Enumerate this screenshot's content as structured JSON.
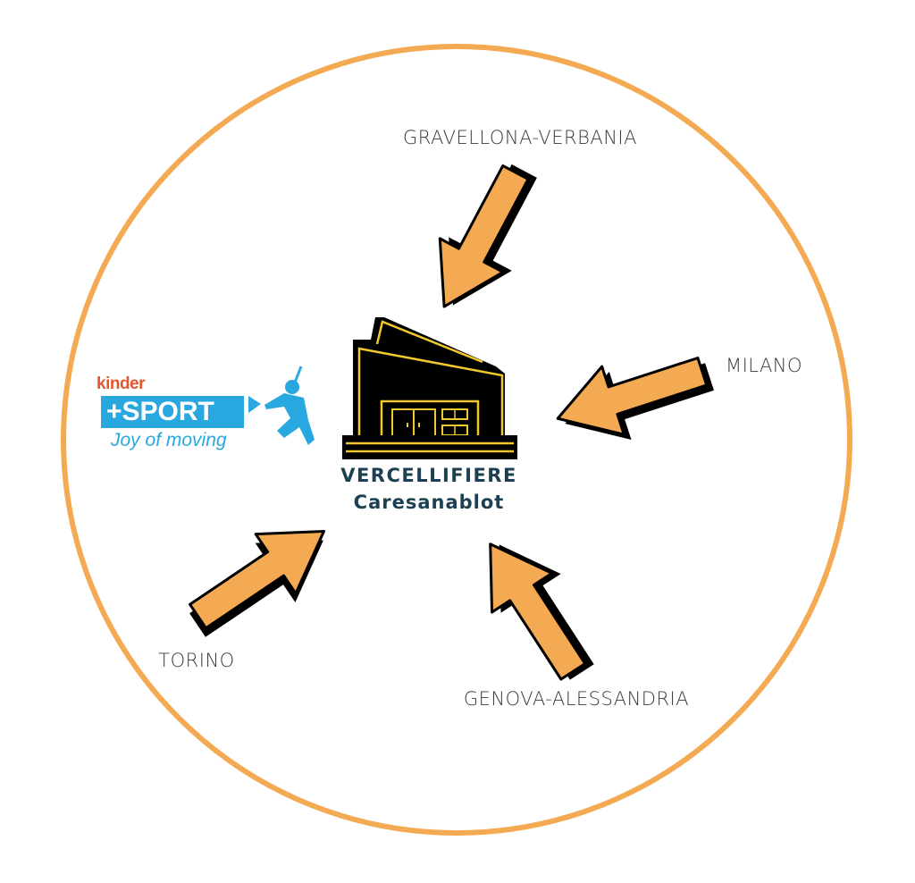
{
  "venue": {
    "name": "VERCELLIFIERE",
    "location": "Caresanablot"
  },
  "origins": [
    {
      "label": "GRAVELLONA-VERBANIA",
      "icon": "arrow-icon"
    },
    {
      "label": "MILANO",
      "icon": "arrow-icon"
    },
    {
      "label": "TORINO",
      "icon": "arrow-icon"
    },
    {
      "label": "GENOVA-ALESSANDRIA",
      "icon": "arrow-icon"
    }
  ],
  "logo": {
    "brand": "kinder",
    "badge": "+SPORT",
    "tagline": "Joy of moving"
  },
  "colors": {
    "ring": "#F4AA52",
    "arrow": "#F4AA52",
    "building_outline": "#F2C830",
    "venue_text": "#1C3F52",
    "logo_blue": "#29A8E0"
  }
}
